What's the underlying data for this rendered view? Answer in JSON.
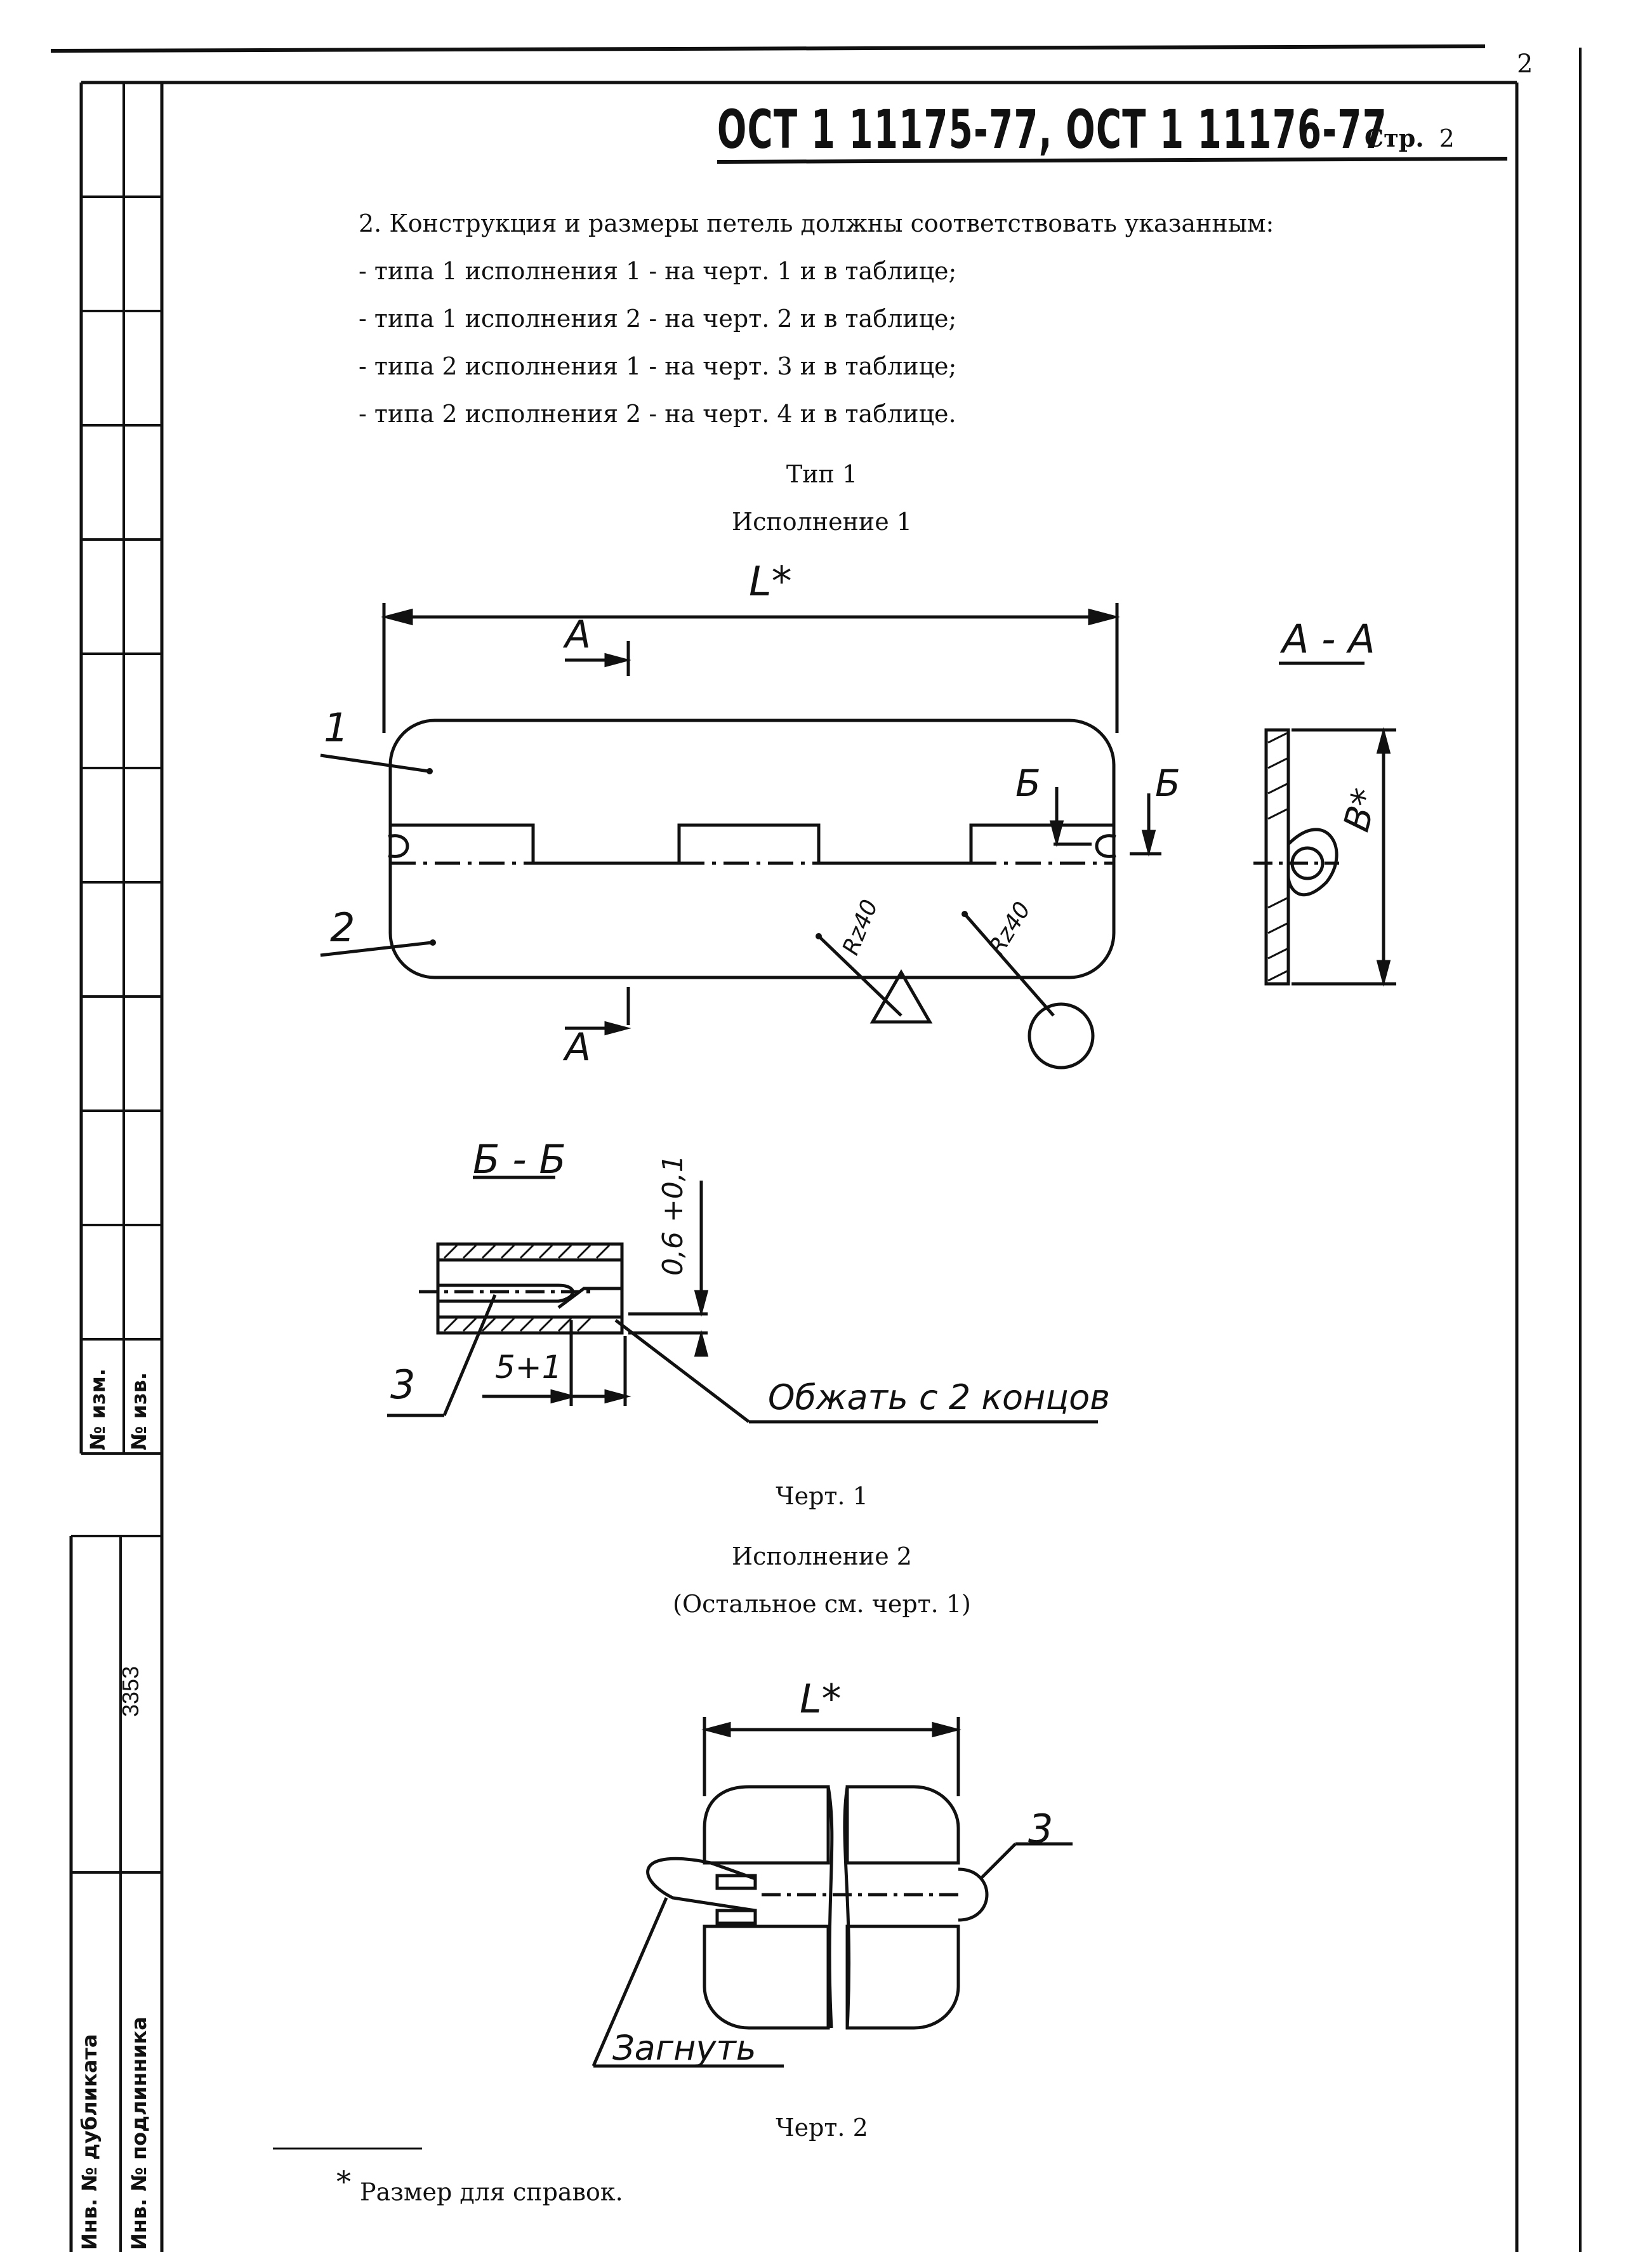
{
  "page_number": "2",
  "header": {
    "title": "ОСТ 1 11175-77, ОСТ 1 11176-77",
    "page_label": "Стр.",
    "page_value": "2"
  },
  "intro": "2. Конструкция и размеры петель должны соответствовать указанным:",
  "list": [
    "- типа 1  исполнения 1 - на черт. 1 и в таблице;",
    "- типа 1  исполнения 2 - на черт. 2 и в таблице;",
    "- типа 2  исполнения 1 - на черт. 3 и в таблице;",
    "- типа 2  исполнения 2 - на черт. 4 и в таблице."
  ],
  "type_heading": "Тип 1",
  "variant1_heading": "Исполнение 1",
  "drawing1": {
    "dim_length": "L*",
    "section_A_label": "A",
    "section_AA_title": "A - A",
    "section_B_label": "Б",
    "section_BB_title": "Б - Б",
    "dim_width": "B*",
    "part_1": "1",
    "part_2": "2",
    "part_3": "3",
    "finish_1": "Rz40",
    "finish_2": "Rz40",
    "dim_thickness": "0,6 +0,1",
    "dim_crimp": "5+1",
    "note_crimp": "Обжать с 2 концов",
    "caption": "Черт. 1"
  },
  "variant2_heading": "Исполнение 2",
  "variant2_sub": "(Остальное см. черт. 1)",
  "drawing2": {
    "dim_length": "L*",
    "part_3": "3",
    "note_bend": "Загнуть",
    "caption": "Черт. 2"
  },
  "footnote": "Размер для справок.",
  "margin": {
    "stamp_number": "3353",
    "label_izm": "№ изм.",
    "label_izv": "№ изв.",
    "label_dubl": "Инв. № дубликата",
    "label_podl": "Инв. № подлинника"
  }
}
